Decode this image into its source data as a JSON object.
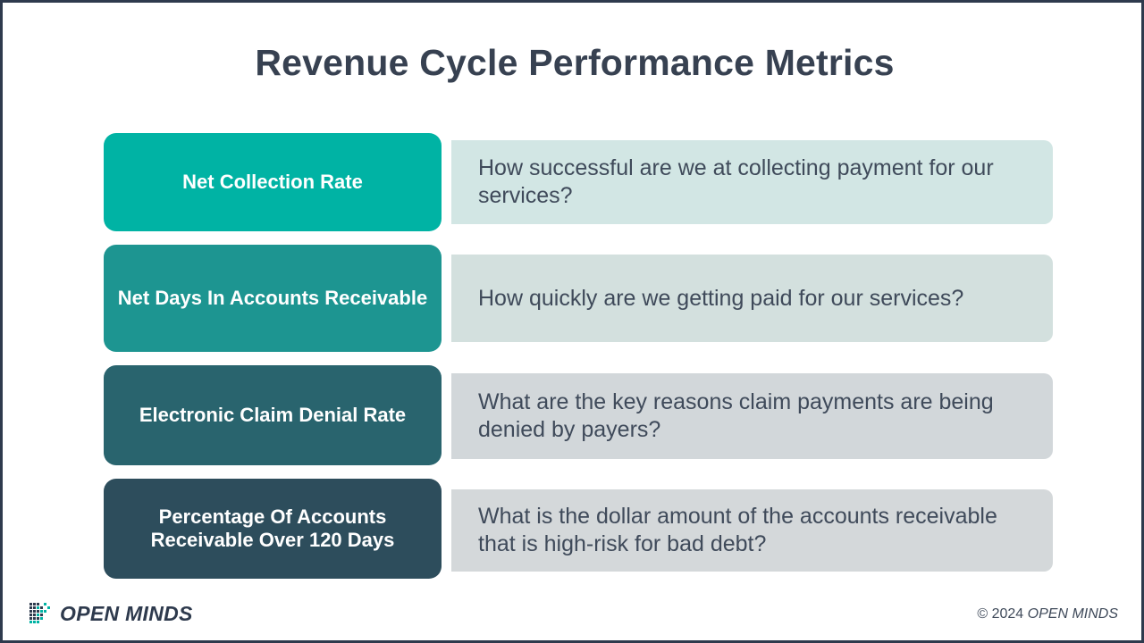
{
  "slide": {
    "title": "Revenue Cycle Performance Metrics",
    "border_color": "#2e3a4d",
    "background_color": "#ffffff",
    "title_color": "#374151"
  },
  "metrics": [
    {
      "label": "Net Collection Rate",
      "description": "How successful are we at collecting payment for our services?",
      "label_color": "#00b3a4",
      "panel_color": "#d2e6e4"
    },
    {
      "label": "Net Days In Accounts Receivable",
      "description": "How quickly are we getting paid for our services?",
      "label_color": "#1d9591",
      "panel_color": "#d3e0de"
    },
    {
      "label": "Electronic Claim Denial Rate",
      "description": "What are the key reasons claim payments are being denied by payers?",
      "label_color": "#29646e",
      "panel_color": "#d2d7da"
    },
    {
      "label": "Percentage Of Accounts Receivable Over 120 Days",
      "description": "What is the dollar amount of the accounts receivable that is high-risk for bad debt?",
      "label_color": "#2d4d5c",
      "panel_color": "#d4d8da"
    }
  ],
  "footer": {
    "logo_icon": "open-minds-pixel-logo-icon",
    "logo_text": "OPEN MINDS",
    "copyright_prefix": "© 2024 ",
    "copyright_brand": "OPEN MINDS",
    "logo_color_dark": "#2e3a4d",
    "logo_color_accent": "#00b3a4"
  }
}
